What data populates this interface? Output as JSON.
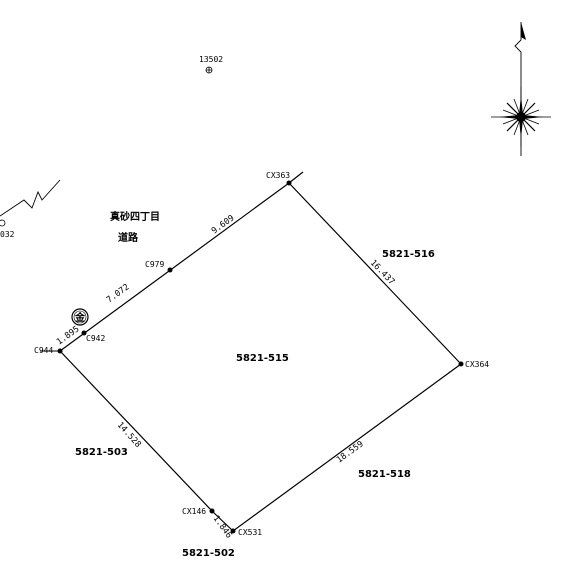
{
  "colors": {
    "ink": "#000000",
    "background": "#ffffff"
  },
  "icons": {
    "north_arrow": "north-arrow-icon",
    "compass_rose": "compass-rose-icon",
    "benchmark": "benchmark-icon",
    "boundary_marker": "kanji-marker-icon"
  },
  "benchmarks": {
    "top": "13502",
    "left": "032"
  },
  "road": {
    "line1": "真砂四丁目",
    "line2": "道路"
  },
  "marker_glyph": "金",
  "points": {
    "cx363": "CX363",
    "cx364": "CX364",
    "c979": "C979",
    "c942": "C942",
    "c944": "C944",
    "cx146": "CX146",
    "cx531": "CX531"
  },
  "lots": {
    "main": "5821-515",
    "east": "5821-516",
    "west": "5821-503",
    "south": "5821-518",
    "bottom": "5821-502"
  },
  "distances": {
    "top_right": "9.609",
    "top_left": "7.072",
    "top_short": "1.895",
    "right": "16.437",
    "left": "14.528",
    "bottom": "18.559",
    "bottom_short": "1.846"
  }
}
